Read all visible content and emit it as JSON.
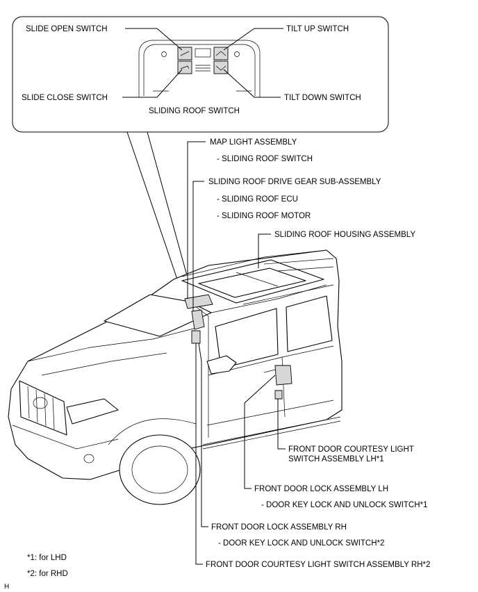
{
  "labels": {
    "slide_open_switch": "SLIDE OPEN SWITCH",
    "tilt_up_switch": "TILT UP SWITCH",
    "slide_close_switch": "SLIDE CLOSE SWITCH",
    "tilt_down_switch": "TILT DOWN SWITCH",
    "sliding_roof_switch_caption": "SLIDING ROOF SWITCH",
    "map_light_assembly": "MAP LIGHT ASSEMBLY",
    "map_light_sub_switch": "- SLIDING ROOF SWITCH",
    "drive_gear_sub_assembly": "SLIDING ROOF DRIVE GEAR SUB-ASSEMBLY",
    "drive_gear_sub_ecu": "- SLIDING ROOF ECU",
    "drive_gear_sub_motor": "- SLIDING ROOF MOTOR",
    "housing_assembly": "SLIDING ROOF HOUSING ASSEMBLY",
    "courtesy_light_lh_line1": "FRONT DOOR COURTESY LIGHT",
    "courtesy_light_lh_line2": "SWITCH ASSEMBLY LH*1",
    "door_lock_lh": "FRONT DOOR LOCK ASSEMBLY LH",
    "door_lock_lh_sub": "- DOOR KEY LOCK AND UNLOCK SWITCH*1",
    "door_lock_rh": "FRONT DOOR LOCK ASSEMBLY RH",
    "door_lock_rh_sub": "- DOOR KEY LOCK AND UNLOCK SWITCH*2",
    "courtesy_light_rh": "FRONT DOOR COURTESY LIGHT SWITCH ASSEMBLY RH*2"
  },
  "footnotes": {
    "note1": "*1: for LHD",
    "note2": "*2: for RHD"
  },
  "corner_mark": "H"
}
